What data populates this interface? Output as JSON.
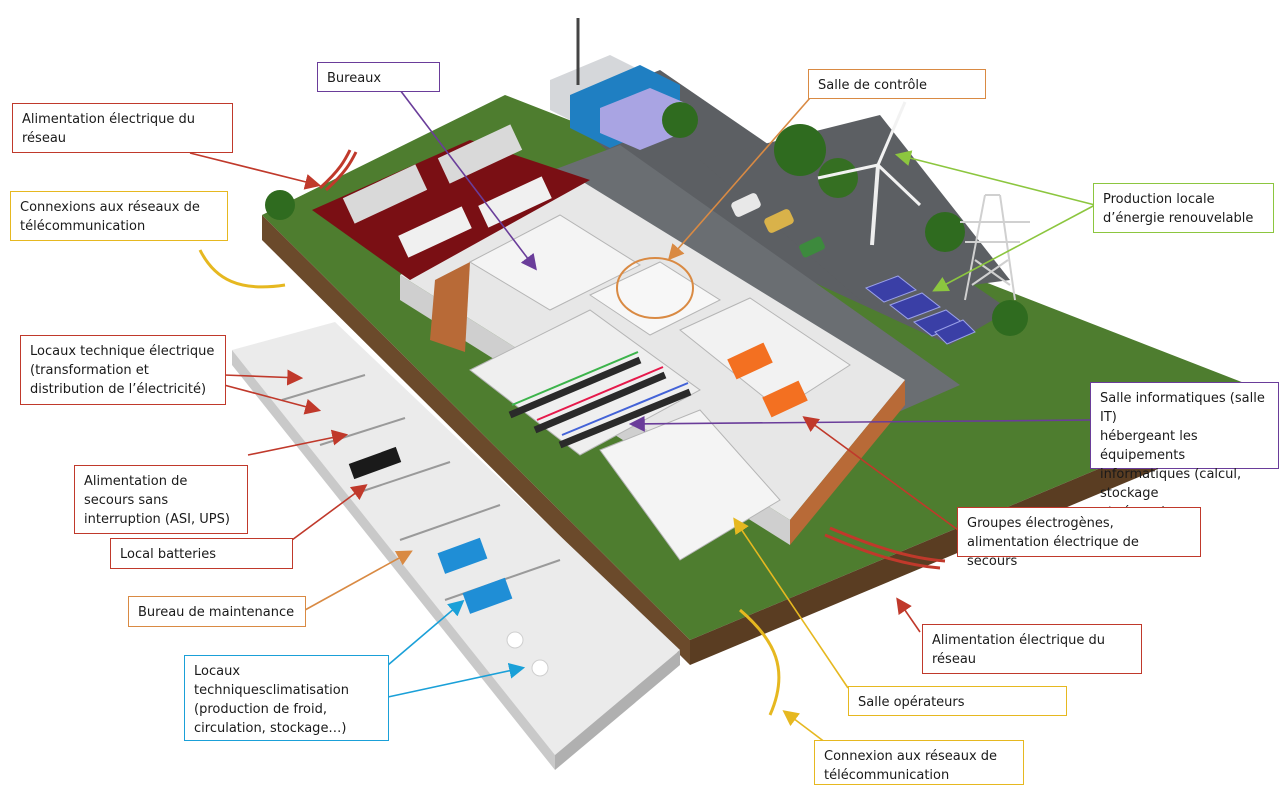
{
  "colors": {
    "red": "#c0392b",
    "purple": "#6a3d9a",
    "orange": "#d98a43",
    "yellow": "#e6b820",
    "green": "#8cc63f",
    "blue": "#1aa0d8",
    "grass": "#4e7d2f",
    "soil": "#6b4a2b",
    "asphalt": "#5c5f63",
    "roof_red": "#7a0f14",
    "wall_wood": "#b86a37"
  },
  "labels": {
    "bureaux": "Bureaux",
    "salle_controle": "Salle de contrôle",
    "alim_reseau_top": "Alimentation électrique du\nréseau",
    "telecom_left": "Connexions aux réseaux de\ntélécommunication",
    "production_locale": "Production locale\nd’énergie renouvelable",
    "locaux_electrique": "Locaux technique électrique\n(transformation et\ndistribution de l’électricité)",
    "salle_it": "Salle informatiques (salle IT)\nhébergeant les équipements\ninformatiques (calcul, stockage\net réseau)",
    "alim_secours_ups": "Alimentation de\nsecours sans\ninterruption (ASI, UPS)",
    "groupes_electrogenes": "Groupes électrogènes,\nalimentation électrique de secours",
    "local_batteries": "Local batteries",
    "bureau_maintenance": "Bureau de maintenance",
    "alim_reseau_bottom": "Alimentation électrique du\nréseau",
    "locaux_climatisation": "Locaux\ntechniquesclimatisation\n(production de froid,\ncirculation, stockage…)",
    "salle_operateurs": "Salle opérateurs",
    "telecom_bottom": "Connexion aux réseaux de\ntélécommunication"
  }
}
